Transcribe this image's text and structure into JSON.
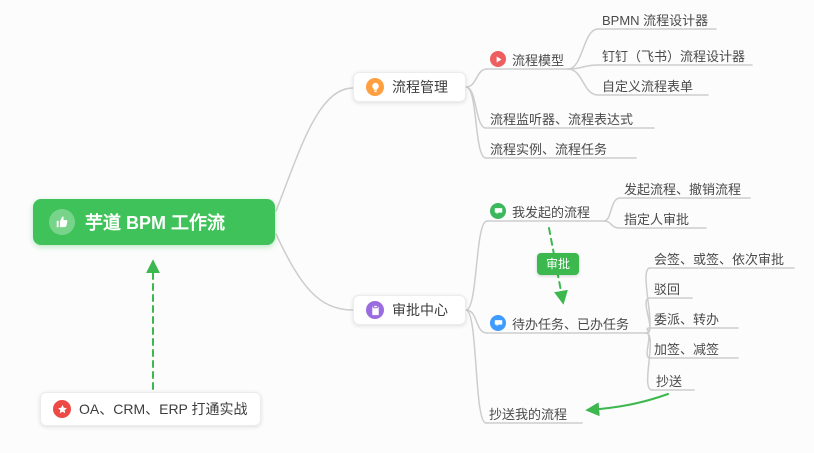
{
  "root": {
    "label": "芋道 BPM 工作流"
  },
  "note": {
    "label": "OA、CRM、ERP 打通实战"
  },
  "badge": {
    "label": "审批"
  },
  "pm": {
    "label": "流程管理",
    "model": {
      "label": "流程模型",
      "items": [
        "BPMN 流程设计器",
        "钉钉（飞书）流程设计器",
        "自定义流程表单"
      ]
    },
    "listener": "流程监听器、流程表达式",
    "instance": "流程实例、流程任务"
  },
  "ac": {
    "label": "审批中心",
    "my": {
      "label": "我发起的流程",
      "items": [
        "发起流程、撤销流程",
        "指定人审批"
      ]
    },
    "todo": {
      "label": "待办任务、已办任务",
      "items": [
        "会签、或签、依次审批",
        "驳回",
        "委派、转办",
        "加签、减签",
        "抄送"
      ]
    },
    "cc": "抄送我的流程"
  },
  "colors": {
    "root_green": "#3fc25a",
    "arrow_green": "#3cb84e",
    "line_gray": "#cdcdcd",
    "orange": "#ff9f40",
    "red": "#ee5e5e",
    "blue": "#3e9bff",
    "purple": "#9b6ce0",
    "star_red": "#ed4a45",
    "bubble_green": "#3cb85c"
  }
}
